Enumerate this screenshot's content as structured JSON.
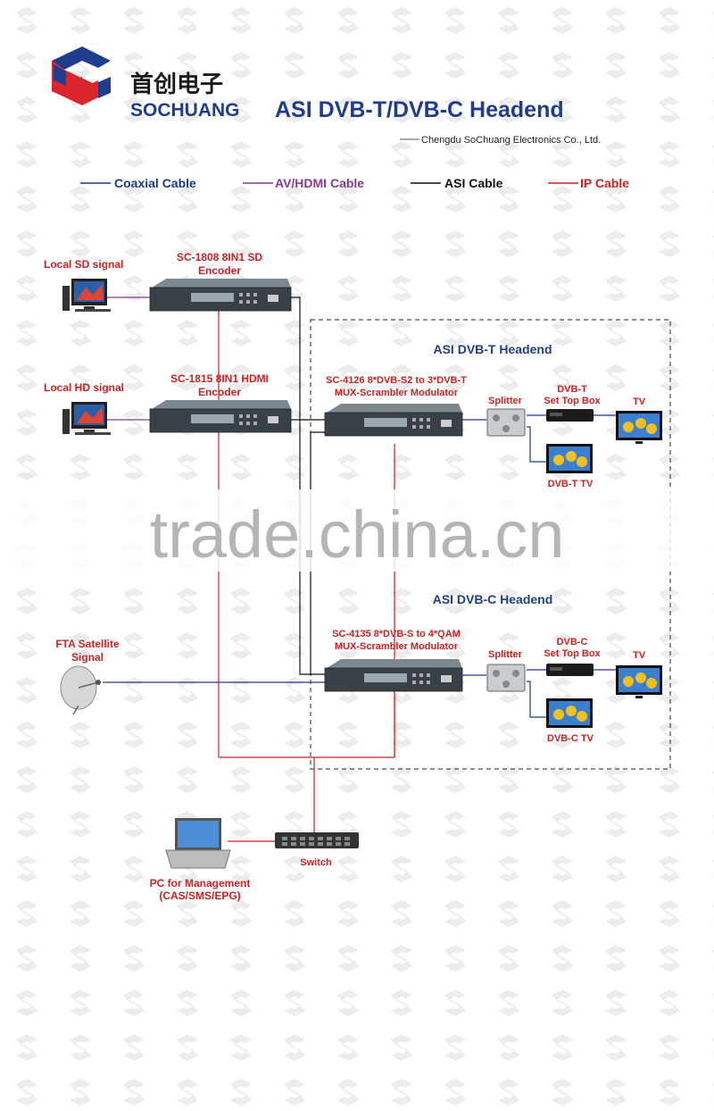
{
  "company": {
    "name_cn": "首创电子",
    "name_en": "SOCHUANG",
    "full_name": "Chengdu SoChuang Electronics Co., Ltd."
  },
  "title": "ASI DVB-T/DVB-C Headend",
  "legend": [
    {
      "label": "Coaxial Cable",
      "color": "#1a3a8a"
    },
    {
      "label": "AV/HDMI Cable",
      "color": "#8b3a8b"
    },
    {
      "label": "ASI Cable",
      "color": "#111111"
    },
    {
      "label": "IP Cable",
      "color": "#cc2222"
    }
  ],
  "sources": {
    "sd": "Local SD signal",
    "hd": "Local HD signal",
    "fta_1": "FTA Satellite",
    "fta_2": "Signal"
  },
  "encoders": {
    "sd_1": "SC-1808 8IN1 SD",
    "sd_2": "Encoder",
    "hd_1": "SC-1815 8IN1 HDMI",
    "hd_2": "Encoder"
  },
  "dvbt": {
    "section": "ASI DVB-T Headend",
    "mod_1": "SC-4126  8*DVB-S2 to 3*DVB-T",
    "mod_2": "MUX-Scrambler Modulator",
    "splitter": "Splitter",
    "stb_1": "DVB-T",
    "stb_2": "Set Top Box",
    "tv": "TV",
    "tv2": "DVB-T TV"
  },
  "dvbc": {
    "section": "ASI DVB-C Headend",
    "mod_1": "SC-4135 8*DVB-S to 4*QAM",
    "mod_2": "MUX-Scrambler Modulator",
    "splitter": "Splitter",
    "stb_1": "DVB-C",
    "stb_2": "Set Top Box",
    "tv": "TV",
    "tv2": "DVB-C TV"
  },
  "mgmt": {
    "switch": "Switch",
    "pc_1": "PC for Management",
    "pc_2": "(CAS/SMS/EPG)"
  },
  "watermark": "trade.china.cn",
  "colors": {
    "coax": "#1a3a8a",
    "av": "#8b3a8b",
    "asi": "#111111",
    "ip": "#cc2222",
    "brand_red": "#d9262c",
    "brand_blue": "#1f3d8f"
  }
}
